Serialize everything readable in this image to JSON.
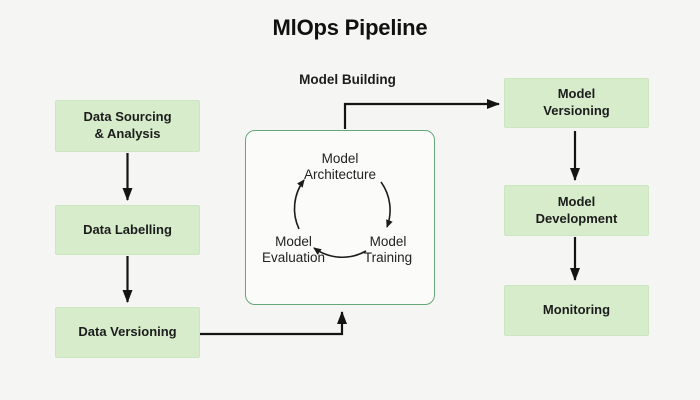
{
  "title": "MlOps Pipeline",
  "diagram": {
    "left_flow": [
      {
        "label": "Data Sourcing & Analysis"
      },
      {
        "label": "Data Labelling"
      },
      {
        "label": "Data Versioning"
      }
    ],
    "right_flow": [
      {
        "label": "Model Versioning"
      },
      {
        "label": "Model Development"
      },
      {
        "label": "Monitoring"
      }
    ],
    "model_building": {
      "label": "Model Building",
      "cycle_steps": [
        {
          "label": "Model Architecture"
        },
        {
          "label": "Model Training"
        },
        {
          "label": "Model Evaluation"
        }
      ]
    }
  },
  "colors": {
    "background": "#f5f6f3",
    "node_fill": "#d6eccb",
    "cycle_box_border": "#65a878",
    "cycle_box_fill": "#fbfcfa",
    "arrow": "#141414",
    "text": "#1c1c1c"
  }
}
